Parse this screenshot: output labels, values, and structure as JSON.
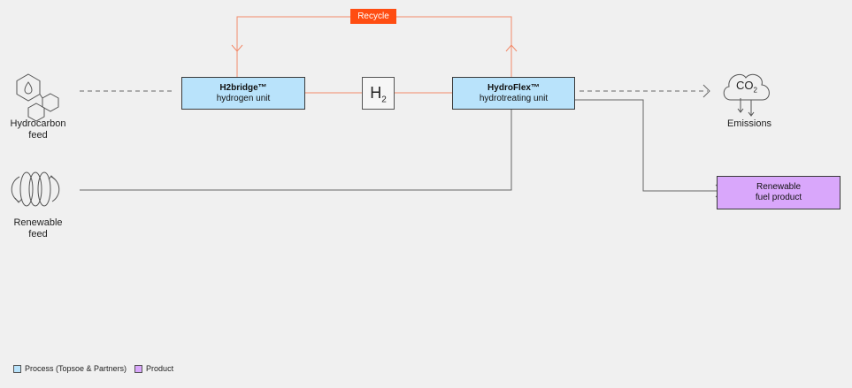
{
  "recycle_label": "Recycle",
  "inputs": {
    "hydrocarbon_label": "Hydrocarbon\nfeed",
    "renewable_label": "Renewable\nfeed"
  },
  "units": {
    "h2bridge": {
      "name": "H2bridge™",
      "desc": "hydrogen unit"
    },
    "h2": {
      "symbol": "H",
      "subscript": "2"
    },
    "hydroflex": {
      "name": "HydroFlex™",
      "desc": "hydrotreating unit"
    }
  },
  "outputs": {
    "emissions_label": "Emissions",
    "co2": {
      "symbol": "CO",
      "subscript": "2"
    },
    "product_label": "Renewable\nfuel product"
  },
  "legend": [
    {
      "label": "Process (Topsoe & Partners)",
      "color": "#b9e3fb"
    },
    {
      "label": "Product",
      "color": "#d9a7fb"
    }
  ],
  "colors": {
    "process": "#b9e3fb",
    "product": "#d9a7fb",
    "recycle": "#ff4d12",
    "hydrogen_line": "#f28a6a",
    "flow_line": "#666666"
  }
}
